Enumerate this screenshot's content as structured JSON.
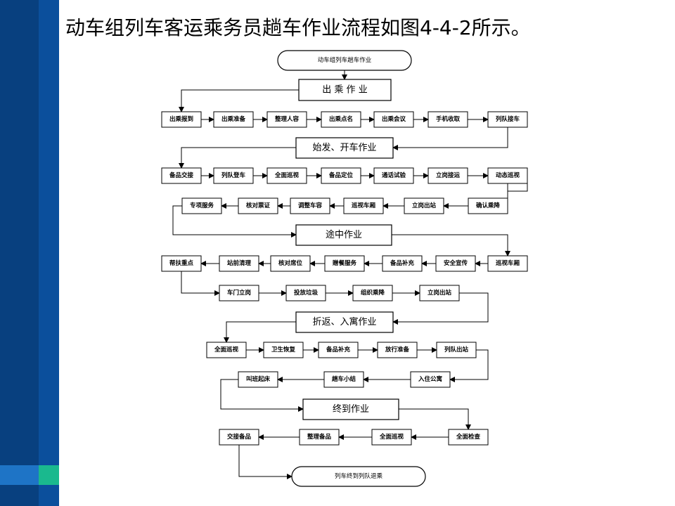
{
  "slide": {
    "title": "动车组列车客运乘务员趟车作业流程如图4-4-2所示。"
  },
  "flow": {
    "start": "动车组列车趟车作业",
    "end": "列车终到列队退乘",
    "stages": [
      "出 乘 作 业",
      "始发、开车作业",
      "途中作业",
      "折返、入寓作业",
      "终到作业"
    ],
    "boxes": [
      "出乘报到",
      "出乘准备",
      "整理人容",
      "出乘点名",
      "出乘会议",
      "手机收取",
      "列队接车",
      "备品交接",
      "列队登车",
      "全面巡视",
      "备品定位",
      "通话试验",
      "立岗接运",
      "动态巡视",
      "确认乘降",
      "立岗出站",
      "巡视车厢",
      "调整车容",
      "核对票证",
      "专项服务",
      "巡视车厢",
      "安全宣传",
      "备品补充",
      "贈餐服务",
      "核对席位",
      "站前清理",
      "帮扶重点",
      "车门立岗",
      "投放垃圾",
      "组织乘降",
      "立岗出站",
      "全面巡视",
      "卫生恢复",
      "备品补充",
      "放行准备",
      "列队出站",
      "入住公寓",
      "趟车小结",
      "叫班起床",
      "全面检查",
      "全面巡视",
      "整理备品",
      "交接备品"
    ]
  }
}
